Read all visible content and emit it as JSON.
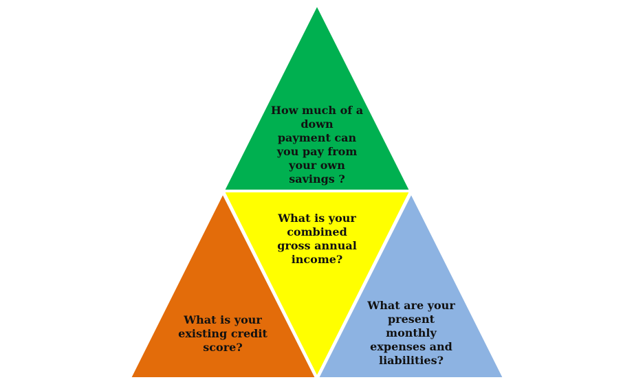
{
  "colors": {
    "top": "#00B050",
    "center": "#FFFF00",
    "left": "#E36C0A",
    "right": "#8DB3E2",
    "separator": "#FFFFFF"
  },
  "triangles": {
    "top": {
      "lines": [
        "How much of a",
        "down",
        "payment can",
        "you pay from",
        "your own",
        "savings ?"
      ]
    },
    "center": {
      "lines": [
        "What is your",
        "combined",
        "gross annual",
        "income?"
      ]
    },
    "left": {
      "lines": [
        "What is your",
        "existing credit",
        "score?"
      ]
    },
    "right": {
      "lines": [
        "What are your",
        "present",
        "monthly",
        "expenses and",
        "liabilities?"
      ]
    }
  }
}
